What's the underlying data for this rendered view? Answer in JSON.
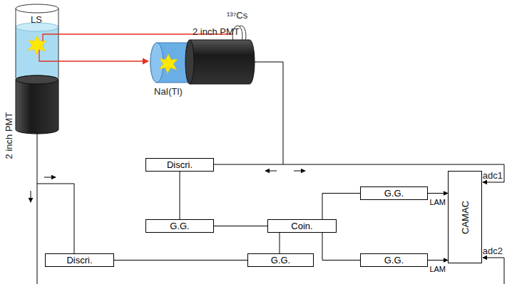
{
  "diagram": {
    "nodes": [
      {
        "text": [
          "Discri."
        ]
      },
      {
        "text": [
          "G.G."
        ]
      },
      {
        "text": [
          "CAMAC"
        ]
      },
      {
        "text": [
          "G.G."
        ]
      },
      {
        "text": [
          "Coin."
        ]
      },
      {
        "text": [
          "Discri."
        ]
      },
      {
        "text": [
          "G.G."
        ]
      },
      {
        "text": [
          "G.G."
        ]
      }
    ],
    "edges": [
      {
        "from": 0,
        "to": 3,
        "arrow": "none"
      },
      {
        "from": 3,
        "to": 4,
        "arrow": "none"
      },
      {
        "from": 5,
        "to": 6,
        "arrow": "none"
      },
      {
        "from": 6,
        "to": 4,
        "arrow": "none"
      },
      {
        "from": 4,
        "to": 1,
        "arrow": "none"
      },
      {
        "from": 4,
        "to": 7,
        "arrow": "none"
      },
      {
        "from": 1,
        "to": 2,
        "label": "LAM",
        "arrow": "to"
      },
      {
        "from": 7,
        "to": 2,
        "label": "LAM",
        "arrow": "to"
      }
    ],
    "labels": [
      "LS",
      "¹³⁷Cs",
      "2 inch PMT",
      "NaI(Tl)",
      "2 inch PMT",
      "adc1",
      "adc2"
    ]
  }
}
